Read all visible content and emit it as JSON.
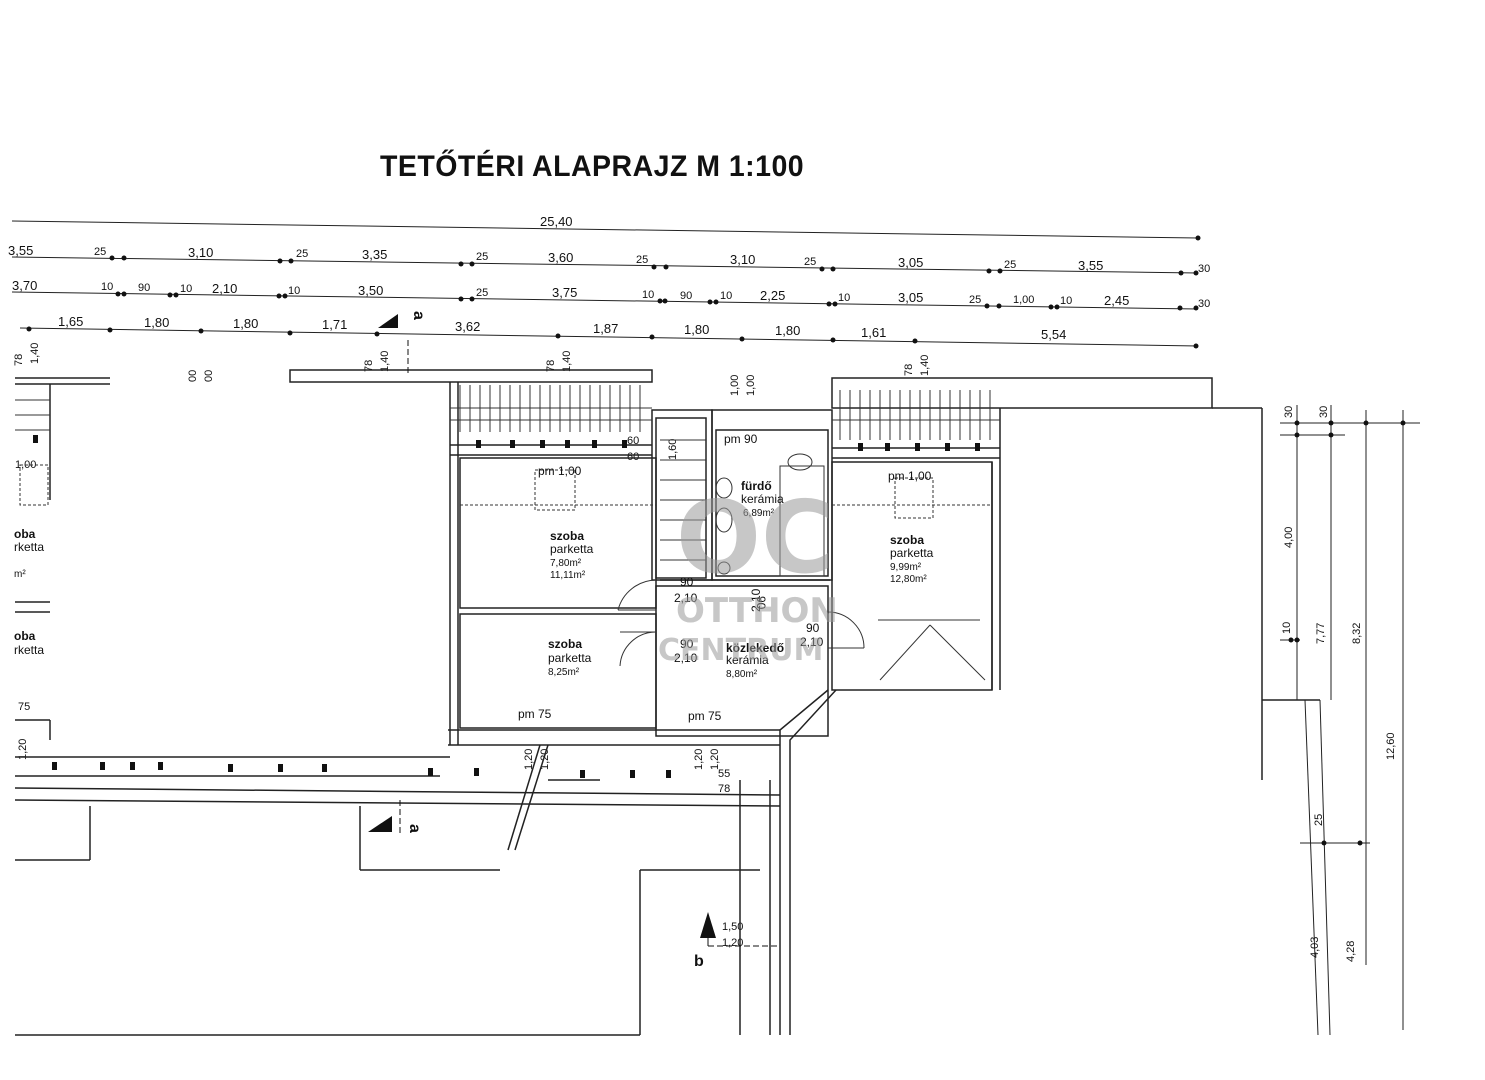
{
  "title": "TETŐTÉRI ALAPRAJZ M 1:100",
  "dims": {
    "total": "25,40",
    "row1": [
      "3,55",
      "25",
      "3,10",
      "25",
      "3,35",
      "25",
      "3,60",
      "25",
      "3,10",
      "25",
      "3,05",
      "25",
      "3,55",
      "30"
    ],
    "row2": [
      "3,70",
      "10",
      "90",
      "10",
      "2,10",
      "10",
      "3,50",
      "25",
      "3,75",
      "10",
      "90",
      "10",
      "2,25",
      "10",
      "3,05",
      "25",
      "1,00",
      "10",
      "2,45",
      "30"
    ],
    "row3": [
      "1,65",
      "1,80",
      "1,80",
      "1,71",
      "3,62",
      "1,87",
      "1,80",
      "1,80",
      "1,61",
      "5,54"
    ],
    "right": [
      "30",
      "30",
      "4,00",
      "10",
      "7,77",
      "8,32",
      "12,60",
      "25",
      "4,03",
      "4,28"
    ],
    "misc": [
      "78",
      "1,40",
      "78",
      "1,40",
      "78",
      "1,40",
      "78",
      "1,40",
      "1,00",
      "1,00",
      "00",
      "00",
      "1,00",
      "75",
      "1,20",
      "1,20",
      "1,20",
      "1,20",
      "1,20",
      "55",
      "78",
      "1,50",
      "1,20",
      "60",
      "60",
      "1,60"
    ]
  },
  "section_marks": {
    "a_top": "a",
    "a_bottom": "a",
    "b": "b"
  },
  "rooms": {
    "szoba1": {
      "name": "szoba",
      "floor": "parketta",
      "area1": "7,80m²",
      "area2": "11,11m²",
      "pm": "pm 1,00"
    },
    "szoba2": {
      "name": "szoba",
      "floor": "parketta",
      "area1": "8,25m²",
      "pm": "pm 75"
    },
    "furdo": {
      "name": "fürdő",
      "floor": "kerámia",
      "area1": "6,89m²",
      "pm": "pm 90"
    },
    "szoba3": {
      "name": "szoba",
      "floor": "parketta",
      "area1": "9,99m²",
      "area2": "12,80m²",
      "pm": "pm 1,00"
    },
    "kozlekedo": {
      "name": "közlekedő",
      "floor": "kerámia",
      "area1": "8,80m²",
      "pm": "pm 75"
    },
    "left_partial1": {
      "name": "oba",
      "floor": "rketta",
      "area": "m²"
    },
    "left_partial2": {
      "name": "oba",
      "floor": "rketta"
    }
  },
  "door_labels": [
    "90",
    "2,10",
    "90",
    "2,10",
    "90",
    "2,10",
    "90",
    "2,10"
  ],
  "watermark": {
    "logo": "OC",
    "line1": "OTTHON",
    "line2": "CENTRUM"
  }
}
